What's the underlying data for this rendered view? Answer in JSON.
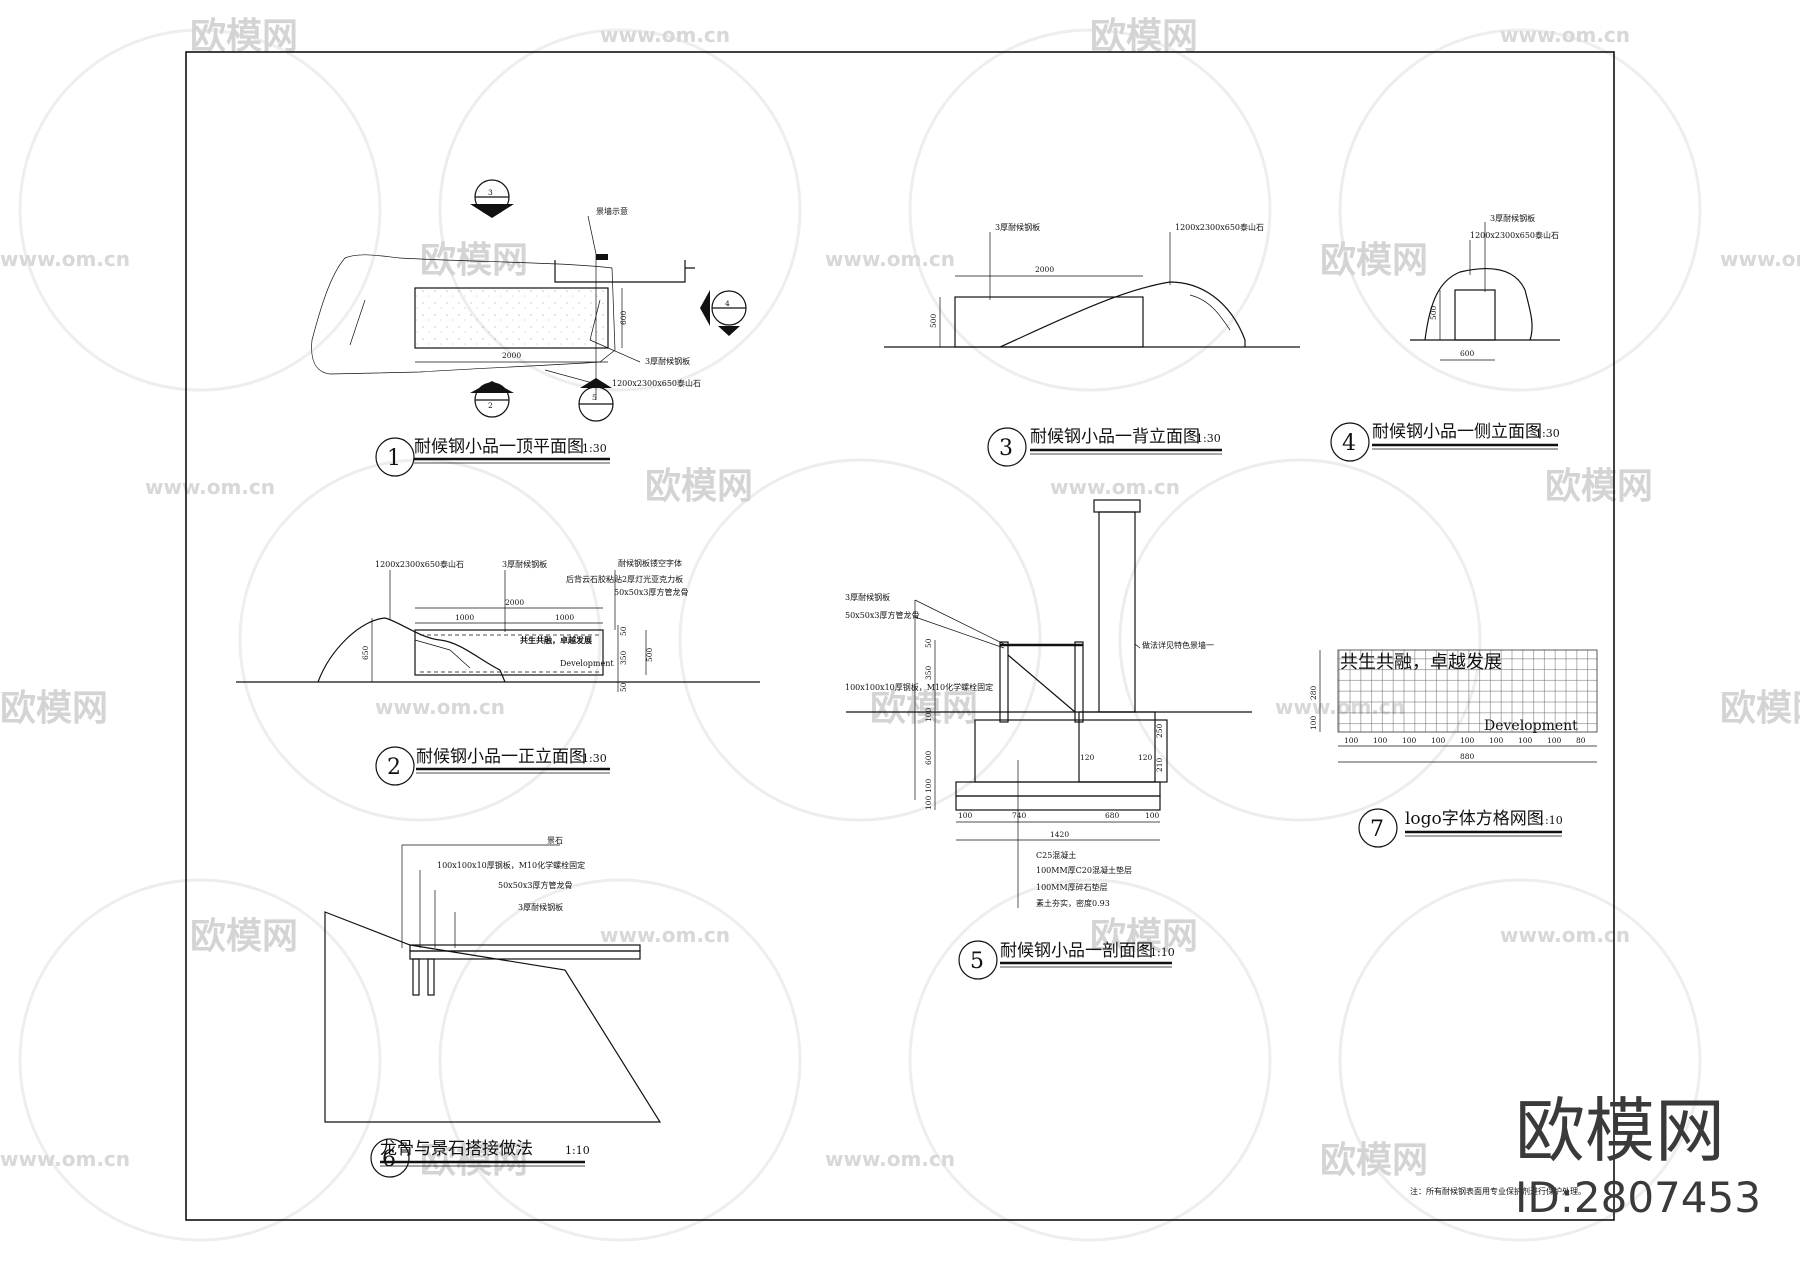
{
  "watermark": {
    "brand_text": "欧模网",
    "url_text": "www.om.cn",
    "corner_brand": "欧模网",
    "corner_id": "ID:2807453"
  },
  "drawings": [
    {
      "id": "d1",
      "number": "1",
      "title": "耐候钢小品一顶平面图",
      "scale": "1:30"
    },
    {
      "id": "d2",
      "number": "2",
      "title": "耐候钢小品一正立面图",
      "scale": "1:30"
    },
    {
      "id": "d3",
      "number": "3",
      "title": "耐候钢小品一背立面图",
      "scale": "1:30"
    },
    {
      "id": "d4",
      "number": "4",
      "title": "耐候钢小品一侧立面图",
      "scale": "1:30"
    },
    {
      "id": "d5",
      "number": "5",
      "title": "耐候钢小品一剖面图",
      "scale": "1:10"
    },
    {
      "id": "d6",
      "number": "6",
      "title": "龙骨与景石搭接做法",
      "scale": "1:10"
    },
    {
      "id": "d7",
      "number": "7",
      "title": "logo字体方格网图",
      "scale": "1:10"
    }
  ],
  "plan": {
    "callout_top": "3",
    "callout_right": "4",
    "callout_bottom_left": "2",
    "callout_bottom_right": "5",
    "label_top": "景墙示意",
    "label_steel": "3厚耐候钢板",
    "label_stone": "1200x2300x650泰山石",
    "dim_width": "2000",
    "dim_height": "600"
  },
  "front": {
    "label_stone": "1200x2300x650泰山石",
    "label_steel": "3厚耐候钢板",
    "label_hollow": "耐候钢板镂空字体",
    "label_back": "后背云石胶粘贴2厚灯光亚克力板",
    "label_keel": "50x50x3厚方管龙骨",
    "dim_total": "2000",
    "dim_1": "1000",
    "dim_2": "1000",
    "dim_h": "650",
    "dim_r1": "50",
    "dim_r2": "350",
    "dim_r3": "500",
    "dim_r4": "50",
    "inner_cn": "共生共融，卓越发展",
    "inner_en": "Development"
  },
  "back": {
    "label_steel": "3厚耐候钢板",
    "label_stone": "1200x2300x650泰山石",
    "dim_w": "2000",
    "dim_h": "500"
  },
  "side": {
    "label_steel": "3厚耐候钢板",
    "label_stone": "1200x2300x650泰山石",
    "dim_w": "600",
    "dim_h": "500"
  },
  "section": {
    "label_steel": "3厚耐候钢板",
    "label_tube": "50x50x3厚方管龙骨",
    "label_plate": "100x100x10厚钢板，M10化学螺栓固定",
    "label_wall": "做法详见特色景墙一",
    "layers": [
      "C25混凝土",
      "100MM厚C20混凝土垫层",
      "100MM厚碎石垫层",
      "素土夯实，密度0.93"
    ],
    "dims_bottom": [
      "100",
      "740",
      "680",
      "100"
    ],
    "dim_total": "1420",
    "dims_left": [
      "50",
      "350",
      "100",
      "600",
      "100",
      "100"
    ],
    "dim_120a": "120",
    "dim_120b": "120",
    "dim_210": "210",
    "dim_250": "250"
  },
  "detail6": {
    "label_stone": "景石",
    "label_plate": "100x100x10厚钢板，M10化学螺栓固定",
    "label_tube": "50x50x3厚方管龙骨",
    "label_steel": "3厚耐候钢板"
  },
  "logo": {
    "cn": "共生共融，卓越发展",
    "en": "Development",
    "dims": [
      "100",
      "100",
      "100",
      "100",
      "100",
      "100",
      "100",
      "100",
      "80"
    ],
    "dim_total": "880",
    "dim_left_a": "280",
    "dim_left_b": "100"
  },
  "footnote": "注：所有耐候钢表面用专业保护剂进行保护处理。"
}
